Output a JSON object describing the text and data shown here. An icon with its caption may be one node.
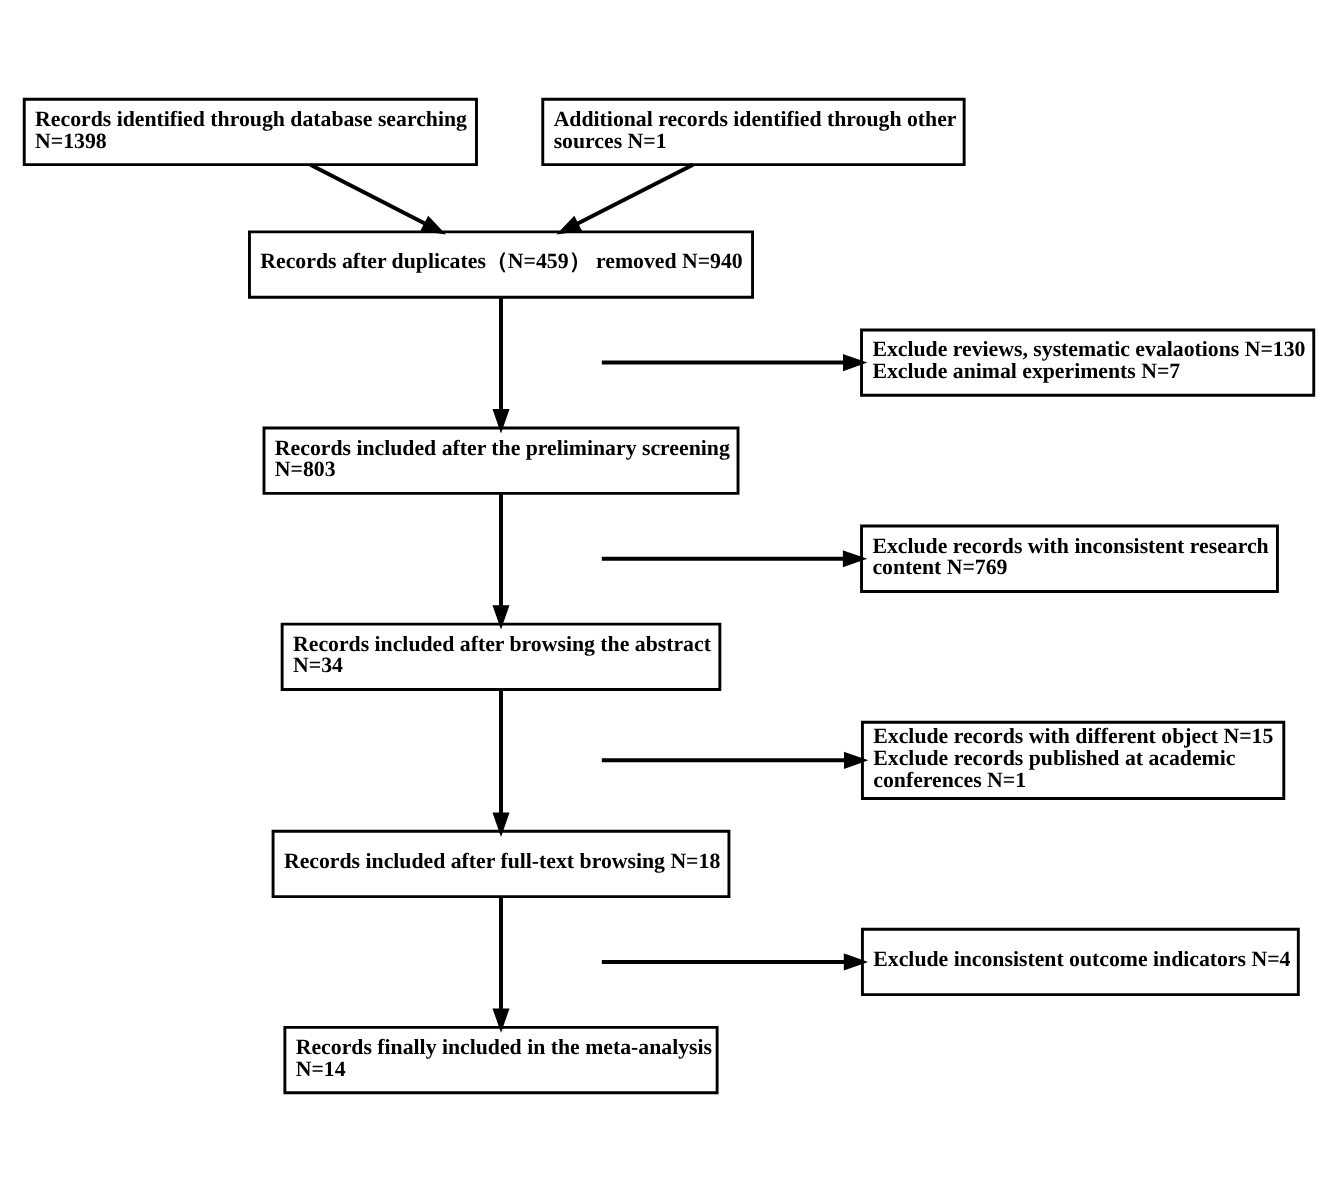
{
  "diagram": {
    "nodes": [
      {
        "text": [
          "Records identified through database searching N=1398"
        ]
      },
      {
        "text": [
          "Additional records identified through other sources N=1"
        ]
      },
      {
        "text": [
          "Records after duplicates（N=459） removed N=940"
        ]
      },
      {
        "text": [
          "Exclude reviews, systematic evalaotions N=130",
          "Exclude animal experiments N=7"
        ]
      },
      {
        "text": [
          "Records included after the preliminary screening N=803"
        ]
      },
      {
        "text": [
          "Exclude records with inconsistent research content N=769"
        ]
      },
      {
        "text": [
          "Records included after browsing the abstract N=34"
        ]
      },
      {
        "text": [
          "Exclude records with different object N=15",
          "Exclude records published at academic conferences N=1"
        ]
      },
      {
        "text": [
          "Records included after full-text browsing N=18"
        ]
      },
      {
        "text": [
          "Exclude inconsistent outcome indicators N=4"
        ]
      },
      {
        "text": [
          "Records finally included in the meta-analysis N=14"
        ]
      }
    ],
    "edges": [
      {
        "from": 0,
        "to": 2,
        "arrow": "to"
      },
      {
        "from": 1,
        "to": 2,
        "arrow": "to"
      },
      {
        "from": 2,
        "to": 4,
        "arrow": "to"
      },
      {
        "from": null,
        "to": 3,
        "arrow": "to"
      },
      {
        "from": 4,
        "to": 6,
        "arrow": "to"
      },
      {
        "from": null,
        "to": 5,
        "arrow": "to"
      },
      {
        "from": 6,
        "to": 8,
        "arrow": "to"
      },
      {
        "from": null,
        "to": 7,
        "arrow": "to"
      },
      {
        "from": 8,
        "to": 10,
        "arrow": "to"
      },
      {
        "from": null,
        "to": 9,
        "arrow": "to"
      }
    ]
  }
}
